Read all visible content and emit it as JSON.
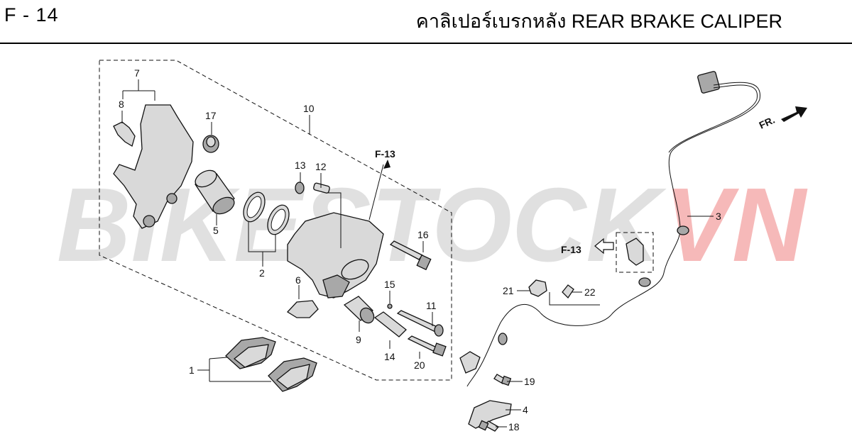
{
  "header": {
    "page_code": "F - 14",
    "title": "คาลิเปอร์เบรกหลัง  REAR BRAKE CALIPER"
  },
  "watermark": {
    "text_primary": "BIKESTOCK",
    "text_accent": "VN",
    "color_primary": "#c8c8c8",
    "color_accent": "#f08080"
  },
  "callouts": {
    "c1": "1",
    "c2": "2",
    "c3": "3",
    "c4": "4",
    "c5": "5",
    "c6": "6",
    "c7": "7",
    "c8": "8",
    "c9": "9",
    "c10": "10",
    "c11": "11",
    "c12": "12",
    "c13": "13",
    "c14": "14",
    "c15": "15",
    "c16": "16",
    "c17": "17",
    "c18": "18",
    "c19": "19",
    "c20": "20",
    "c21": "21",
    "c22": "22"
  },
  "references": {
    "caliper_ref": "F-13",
    "sensor_ref": "F-13",
    "front_arrow": "FR."
  },
  "colors": {
    "line": "#111111",
    "part_fill": "#d9d9d9",
    "part_dark": "#a8a8a8"
  }
}
